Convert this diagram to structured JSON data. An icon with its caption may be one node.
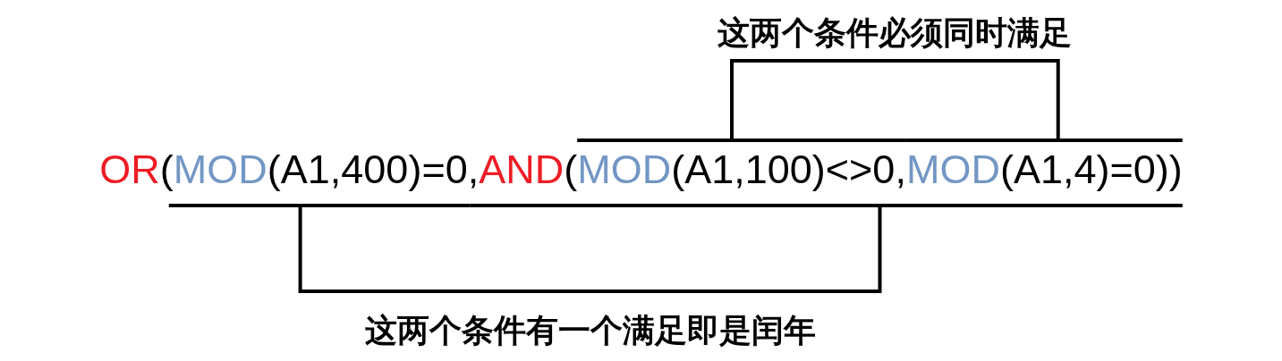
{
  "diagram": {
    "labels": [
      "这两个条件必须同时满足",
      "OR",
      "(",
      "MOD",
      "(A1,400)=0,",
      "AND",
      "(",
      "MOD",
      "(A1,100)<>0,",
      "MOD",
      "(A1,4)=0))",
      "这两个条件有一个满足即是闰年"
    ]
  }
}
